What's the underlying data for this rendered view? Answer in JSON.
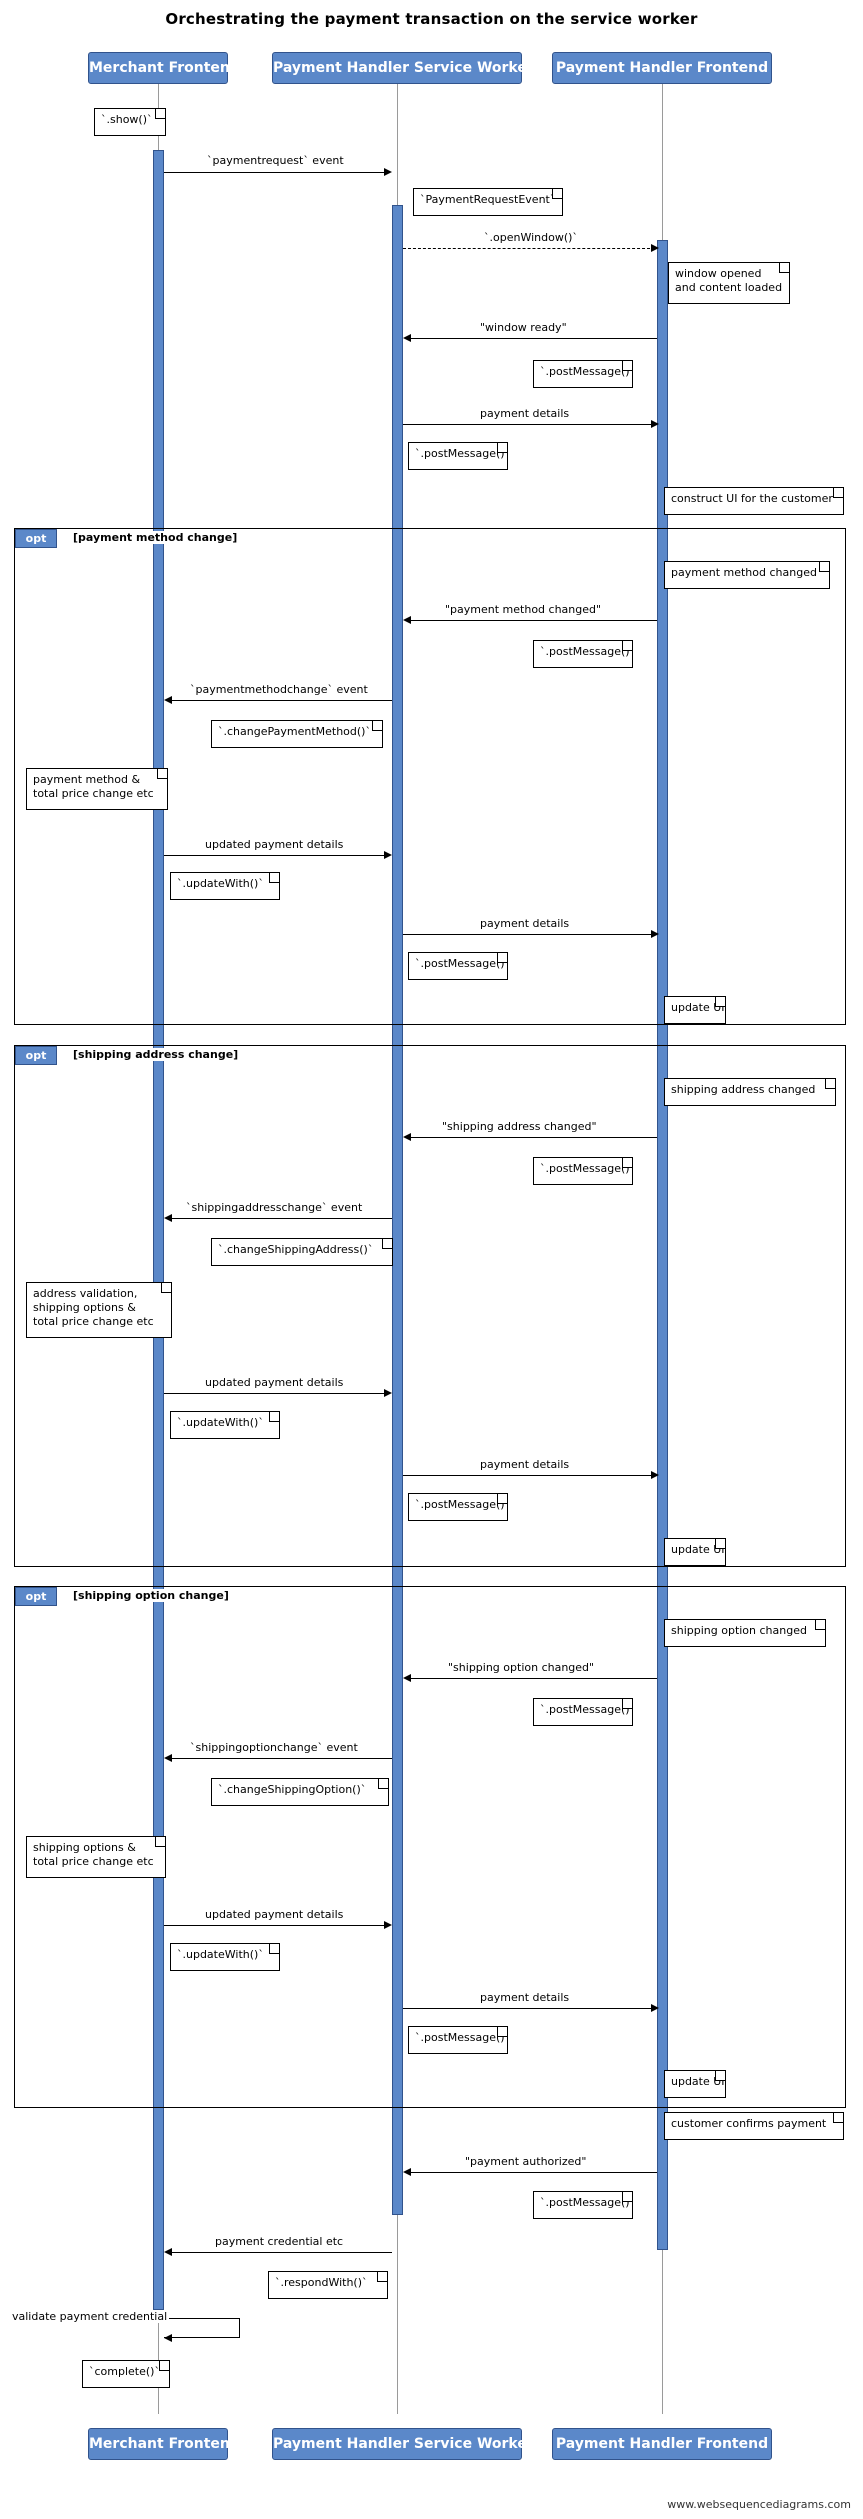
{
  "title": "Orchestrating the payment transaction on the service worker",
  "footer": "www.websequencediagrams.com",
  "actors": [
    {
      "label": "Merchant Frontend"
    },
    {
      "label": "Payment Handler Service Worker"
    },
    {
      "label": "Payment Handler Frontend"
    }
  ],
  "actors_bottom": [
    {
      "label": "Merchant Frontend"
    },
    {
      "label": "Payment Handler Service Worker"
    },
    {
      "label": "Payment Handler Frontend"
    }
  ],
  "fragments": [
    {
      "kind": "opt",
      "condition": "[payment method change]"
    },
    {
      "kind": "opt",
      "condition": "[shipping address change]"
    },
    {
      "kind": "opt",
      "condition": "[shipping option change]"
    }
  ],
  "messages": [
    {
      "label": "`paymentrequest` event"
    },
    {
      "label": "`.openWindow()`"
    },
    {
      "label": "\"window ready\""
    },
    {
      "label": "payment details"
    },
    {
      "label": "\"payment method changed\""
    },
    {
      "label": "`paymentmethodchange` event"
    },
    {
      "label": "updated payment details"
    },
    {
      "label": "payment details"
    },
    {
      "label": "\"shipping address changed\""
    },
    {
      "label": "`shippingaddresschange` event"
    },
    {
      "label": "updated payment details"
    },
    {
      "label": "payment details"
    },
    {
      "label": "\"shipping option changed\""
    },
    {
      "label": "`shippingoptionchange` event"
    },
    {
      "label": "updated payment details"
    },
    {
      "label": "payment details"
    },
    {
      "label": "\"payment authorized\""
    },
    {
      "label": "payment credential etc"
    }
  ],
  "notes": [
    {
      "text": "`.show()`"
    },
    {
      "text": "`PaymentRequestEvent`"
    },
    {
      "text": "window opened\nand content loaded"
    },
    {
      "text": "`.postMessage()`"
    },
    {
      "text": "`.postMessage()`"
    },
    {
      "text": "construct UI for the customer"
    },
    {
      "text": "payment method changed"
    },
    {
      "text": "`.postMessage()`"
    },
    {
      "text": "`.changePaymentMethod()`"
    },
    {
      "text": "payment method &\ntotal price change etc"
    },
    {
      "text": "`.updateWith()`"
    },
    {
      "text": "`.postMessage()`"
    },
    {
      "text": "update UI"
    },
    {
      "text": "shipping address changed"
    },
    {
      "text": "`.postMessage()`"
    },
    {
      "text": "`.changeShippingAddress()`"
    },
    {
      "text": "address validation,\nshipping options &\ntotal price change etc"
    },
    {
      "text": "`.updateWith()`"
    },
    {
      "text": "`.postMessage()`"
    },
    {
      "text": "update UI"
    },
    {
      "text": "shipping option changed"
    },
    {
      "text": "`.postMessage()`"
    },
    {
      "text": "`.changeShippingOption()`"
    },
    {
      "text": "shipping options &\ntotal price change etc"
    },
    {
      "text": "`.updateWith()`"
    },
    {
      "text": "`.postMessage()`"
    },
    {
      "text": "update UI"
    },
    {
      "text": "customer confirms payment"
    },
    {
      "text": "`.postMessage()`"
    },
    {
      "text": "`.respondWith()`"
    },
    {
      "text": "validate payment credential"
    },
    {
      "text": "`complete()`"
    }
  ],
  "colors": {
    "actor_fill": "#5b88c9",
    "actor_border": "#31538c",
    "lifeline": "#9a9a9a",
    "note_fill": "#ffffff",
    "line": "#000000"
  }
}
